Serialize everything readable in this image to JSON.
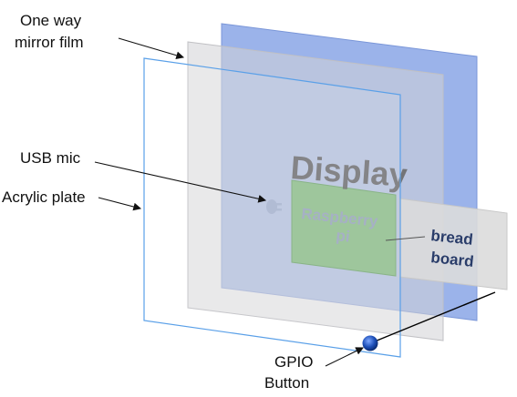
{
  "labels": {
    "mirror_line1": "One way",
    "mirror_line2": "mirror film",
    "usb_mic": "USB mic",
    "acrylic": "Acrylic plate",
    "gpio_line1": "GPIO",
    "gpio_line2": "Button"
  },
  "parts": {
    "display": "Display",
    "rpi_line1": "Raspberry",
    "rpi_line2": "pi",
    "board_line1": "bread",
    "board_line2": "board"
  },
  "colors": {
    "display_panel": "#8aa6e6",
    "mirror_panel": "#c8c8cc",
    "acrylic_edge": "#5aa0e8",
    "raspberry_pi": "#8ebf8a",
    "breadboard": "#dcdcdc",
    "button": "#1d4fb8"
  }
}
